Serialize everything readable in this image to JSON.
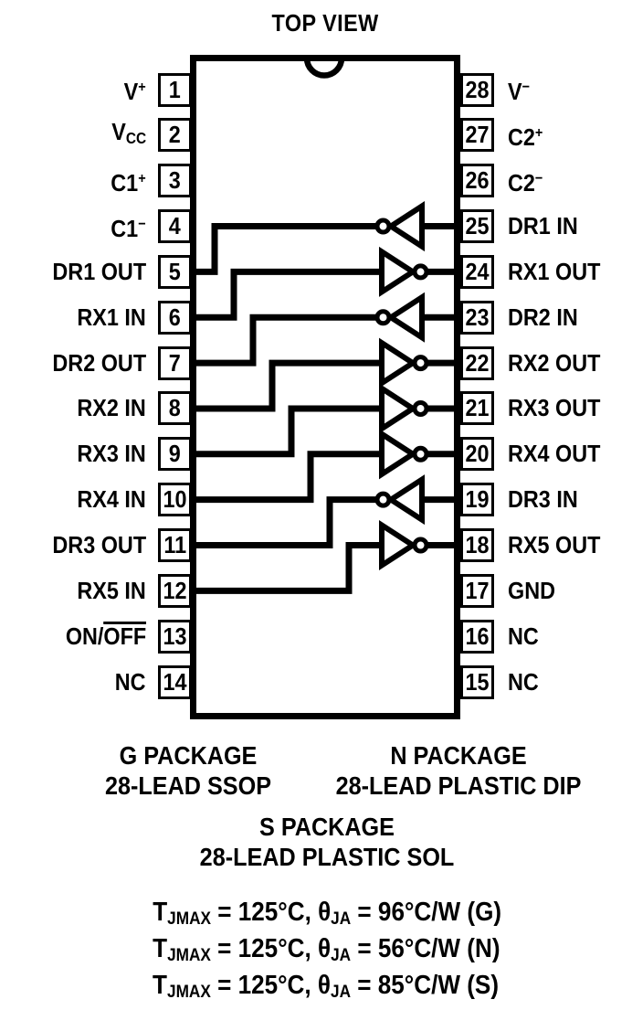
{
  "title": "TOP VIEW",
  "ink_color": "#000000",
  "background_color": "#ffffff",
  "pins": {
    "left": [
      {
        "num": "1",
        "label": [
          {
            "t": "V"
          },
          {
            "t": "+",
            "s": "sup"
          }
        ]
      },
      {
        "num": "2",
        "label": [
          {
            "t": "V"
          },
          {
            "t": "CC",
            "s": "sub"
          }
        ]
      },
      {
        "num": "3",
        "label": [
          {
            "t": "C1"
          },
          {
            "t": "+",
            "s": "sup"
          }
        ]
      },
      {
        "num": "4",
        "label": [
          {
            "t": "C1"
          },
          {
            "t": "−",
            "s": "sup"
          }
        ]
      },
      {
        "num": "5",
        "label": [
          {
            "t": "DR1 OUT"
          }
        ]
      },
      {
        "num": "6",
        "label": [
          {
            "t": "RX1 IN"
          }
        ]
      },
      {
        "num": "7",
        "label": [
          {
            "t": "DR2 OUT"
          }
        ]
      },
      {
        "num": "8",
        "label": [
          {
            "t": "RX2 IN"
          }
        ]
      },
      {
        "num": "9",
        "label": [
          {
            "t": "RX3 IN"
          }
        ]
      },
      {
        "num": "10",
        "label": [
          {
            "t": "RX4 IN"
          }
        ]
      },
      {
        "num": "11",
        "label": [
          {
            "t": "DR3 OUT"
          }
        ]
      },
      {
        "num": "12",
        "label": [
          {
            "t": "RX5 IN"
          }
        ]
      },
      {
        "num": "13",
        "label": [
          {
            "t": "ON/"
          },
          {
            "t": "OFF",
            "s": "over"
          }
        ]
      },
      {
        "num": "14",
        "label": [
          {
            "t": "NC"
          }
        ]
      }
    ],
    "right": [
      {
        "num": "28",
        "label": [
          {
            "t": "V"
          },
          {
            "t": "−",
            "s": "sup"
          }
        ]
      },
      {
        "num": "27",
        "label": [
          {
            "t": "C2"
          },
          {
            "t": "+",
            "s": "sup"
          }
        ]
      },
      {
        "num": "26",
        "label": [
          {
            "t": "C2"
          },
          {
            "t": "−",
            "s": "sup"
          }
        ]
      },
      {
        "num": "25",
        "label": [
          {
            "t": "DR1 IN"
          }
        ]
      },
      {
        "num": "24",
        "label": [
          {
            "t": "RX1 OUT"
          }
        ]
      },
      {
        "num": "23",
        "label": [
          {
            "t": "DR2 IN"
          }
        ]
      },
      {
        "num": "22",
        "label": [
          {
            "t": "RX2 OUT"
          }
        ]
      },
      {
        "num": "21",
        "label": [
          {
            "t": "RX3 OUT"
          }
        ]
      },
      {
        "num": "20",
        "label": [
          {
            "t": "RX4 OUT"
          }
        ]
      },
      {
        "num": "19",
        "label": [
          {
            "t": "DR3 IN"
          }
        ]
      },
      {
        "num": "18",
        "label": [
          {
            "t": "RX5 OUT"
          }
        ]
      },
      {
        "num": "17",
        "label": [
          {
            "t": "GND"
          }
        ]
      },
      {
        "num": "16",
        "label": [
          {
            "t": "NC"
          }
        ]
      },
      {
        "num": "15",
        "label": [
          {
            "t": "NC"
          }
        ]
      }
    ]
  },
  "channels": [
    {
      "name": "DR1",
      "type": "driver",
      "input_pin": 25,
      "output_pin": 5
    },
    {
      "name": "RX1",
      "type": "receiver",
      "input_pin": 6,
      "output_pin": 24
    },
    {
      "name": "DR2",
      "type": "driver",
      "input_pin": 23,
      "output_pin": 7
    },
    {
      "name": "RX2",
      "type": "receiver",
      "input_pin": 8,
      "output_pin": 22
    },
    {
      "name": "RX3",
      "type": "receiver",
      "input_pin": 9,
      "output_pin": 21
    },
    {
      "name": "RX4",
      "type": "receiver",
      "input_pin": 10,
      "output_pin": 20
    },
    {
      "name": "DR3",
      "type": "driver",
      "input_pin": 19,
      "output_pin": 11
    },
    {
      "name": "RX5",
      "type": "receiver",
      "input_pin": 12,
      "output_pin": 18
    }
  ],
  "packages": [
    {
      "line1": "G PACKAGE",
      "line2": "28-LEAD SSOP"
    },
    {
      "line1": "N PACKAGE",
      "line2": "28-LEAD PLASTIC DIP"
    },
    {
      "line1": "S PACKAGE",
      "line2": "28-LEAD PLASTIC SOL"
    }
  ],
  "thermal_notes": [
    [
      {
        "t": "T"
      },
      {
        "t": "JMAX",
        "s": "sub"
      },
      {
        "t": " = 125°C, θ"
      },
      {
        "t": "JA",
        "s": "sub"
      },
      {
        "t": " = 96°C/W (G)"
      }
    ],
    [
      {
        "t": "T"
      },
      {
        "t": "JMAX",
        "s": "sub"
      },
      {
        "t": " = 125°C, θ"
      },
      {
        "t": "JA",
        "s": "sub"
      },
      {
        "t": " = 56°C/W (N)"
      }
    ],
    [
      {
        "t": "T"
      },
      {
        "t": "JMAX",
        "s": "sub"
      },
      {
        "t": " = 125°C, θ"
      },
      {
        "t": "JA",
        "s": "sub"
      },
      {
        "t": " = 85°C/W (S)"
      }
    ]
  ]
}
